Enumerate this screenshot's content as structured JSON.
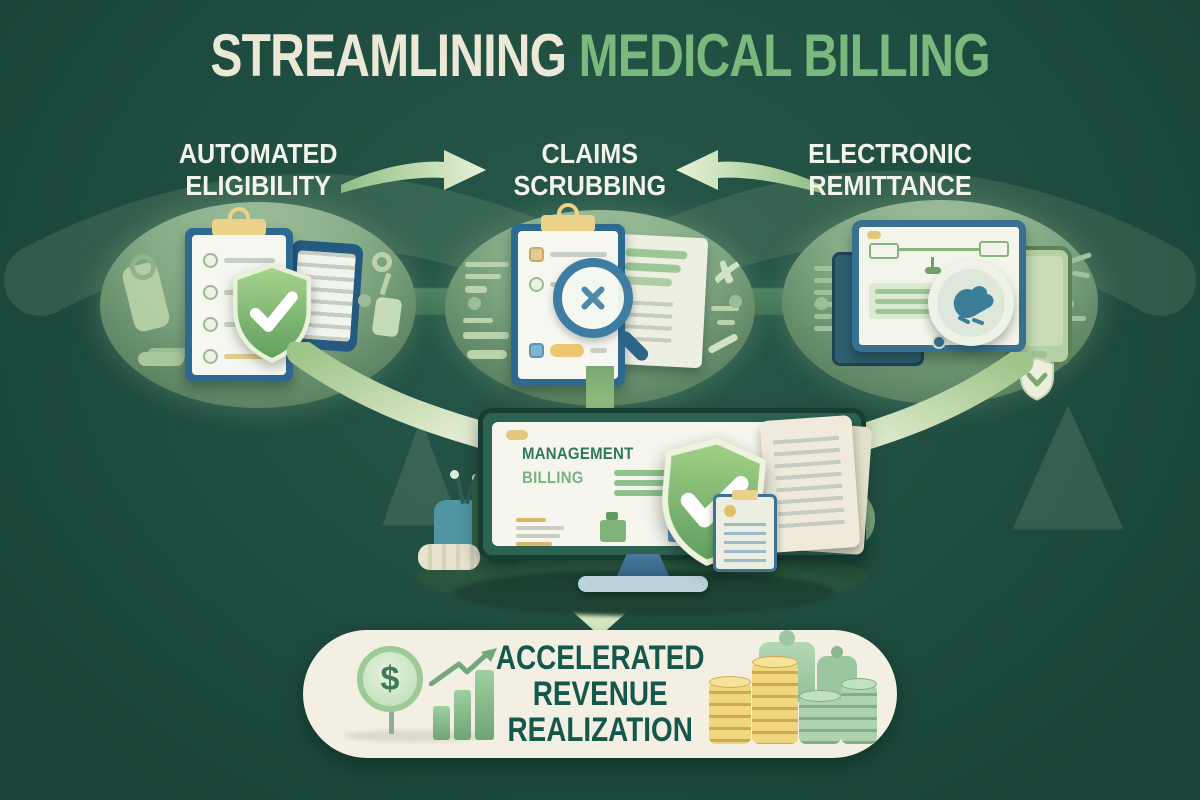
{
  "title": {
    "text_primary": "STREAMLINING",
    "text_accent": "MEDICAL BILLING"
  },
  "steps": [
    {
      "id": "automated-eligibility",
      "label_line1": "AUTOMATED",
      "label_line2": "ELIGIBILITY",
      "icons": [
        "clipboard-checklist-icon",
        "shield-check-icon",
        "tablet-icon",
        "scroll-icon"
      ]
    },
    {
      "id": "claims-scrubbing",
      "label_line1": "CLAIMS",
      "label_line2": "SCRUBBING",
      "icons": [
        "clipboard-checklist-icon",
        "magnifier-x-icon",
        "document-icon",
        "pencil-icon"
      ]
    },
    {
      "id": "electronic-remittance",
      "label_line1": "ELECTRONIC",
      "label_line2": "REMITTANCE",
      "icons": [
        "monitor-flowchart-icon",
        "payment-badge-icon",
        "tablet-icon",
        "shield-download-icon"
      ]
    }
  ],
  "flow_arrows": [
    {
      "name": "eligibility-to-scrubbing",
      "direction": "right"
    },
    {
      "name": "remittance-to-scrubbing",
      "direction": "left"
    },
    {
      "name": "scrubbing-to-center",
      "direction": "down"
    },
    {
      "name": "eligibility-to-center",
      "direction": "down-right"
    },
    {
      "name": "remittance-to-center",
      "direction": "down-left"
    },
    {
      "name": "center-to-outcome",
      "direction": "down"
    }
  ],
  "center": {
    "screen_line1": "MANAGEMENT",
    "screen_line2": "BILLING",
    "icons": [
      "monitor-icon",
      "shield-check-icon",
      "documents-icon",
      "clipboard-icon",
      "plant-icon",
      "basket-icon"
    ]
  },
  "outcome": {
    "label_line1": "ACCELERATED",
    "label_line2": "REVENUE",
    "label_line3": "REALIZATION",
    "dollar_symbol": "$",
    "icons": [
      "dollar-coin-icon",
      "growth-bars-icon",
      "money-jar-icon",
      "coin-stacks-icon"
    ]
  },
  "colors": {
    "background": "#1c5042",
    "oval_green": "#7fa781",
    "arrow_green": "#8fbe83",
    "arrow_green_light": "#cfe6b9",
    "title_cream": "#ece8d7",
    "title_green": "#7ab97e",
    "label_white": "#f2f4ec",
    "outcome_bg": "#f3f0e3",
    "outcome_text": "#14584c",
    "shield_green": "#6fae67",
    "monitor_blue": "#3c7392",
    "screen_title_dark": "#2d7a55",
    "screen_title_light": "#79b37f",
    "coin_gold": "#ecd279",
    "coin_green": "#a8d0aa"
  }
}
